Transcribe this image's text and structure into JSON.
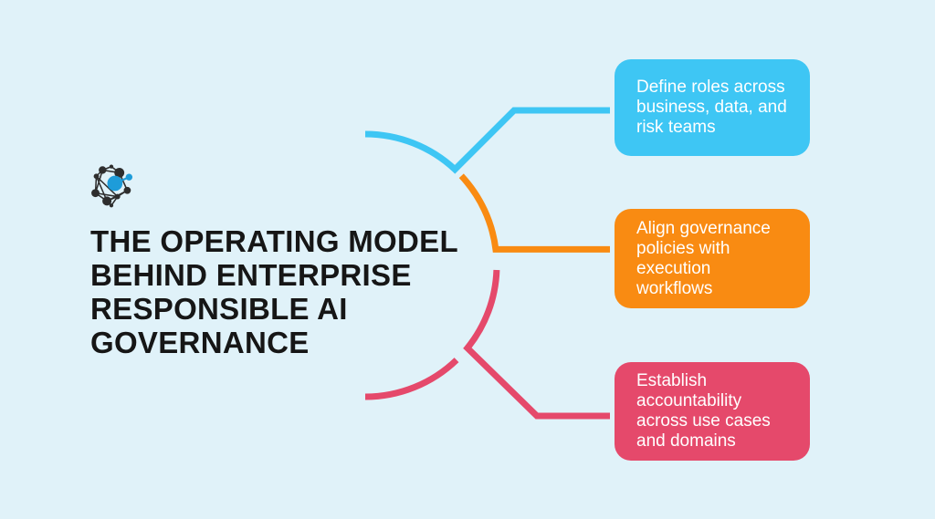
{
  "colors": {
    "background": "#E0F2F9",
    "title_text": "#161616",
    "card_text": "#FFFFFF",
    "blue": "#3EC6F4",
    "orange": "#F98B12",
    "pink": "#E5496B",
    "icon_dark": "#2E2E2E",
    "icon_blue": "#1E9CD9"
  },
  "icon": {
    "name": "network-nodes-icon"
  },
  "title": {
    "full_text": "THE OPERATING MODEL BEHIND ENTERPRISE RESPONSIBLE AI GOVERNANCE",
    "lines": [
      "THE OPERATING MODEL",
      "BEHIND ENTERPRISE",
      "RESPONSIBLE AI",
      "GOVERNANCE"
    ]
  },
  "cards": [
    {
      "id": "define-roles",
      "color": "#3EC6F4",
      "full_text": "Define roles across business, data, and risk teams",
      "lines": [
        "Define roles across",
        "business, data, and",
        "risk teams"
      ]
    },
    {
      "id": "align-governance",
      "color": "#F98B12",
      "full_text": "Align governance policies with execution workflows",
      "lines": [
        "Align governance",
        "policies with",
        "execution",
        "workflows"
      ]
    },
    {
      "id": "establish-accountability",
      "color": "#E5496B",
      "full_text": "Establish accountability across use cases and domains",
      "lines": [
        "Establish",
        "accountability",
        "across use cases",
        "and domains"
      ]
    }
  ]
}
